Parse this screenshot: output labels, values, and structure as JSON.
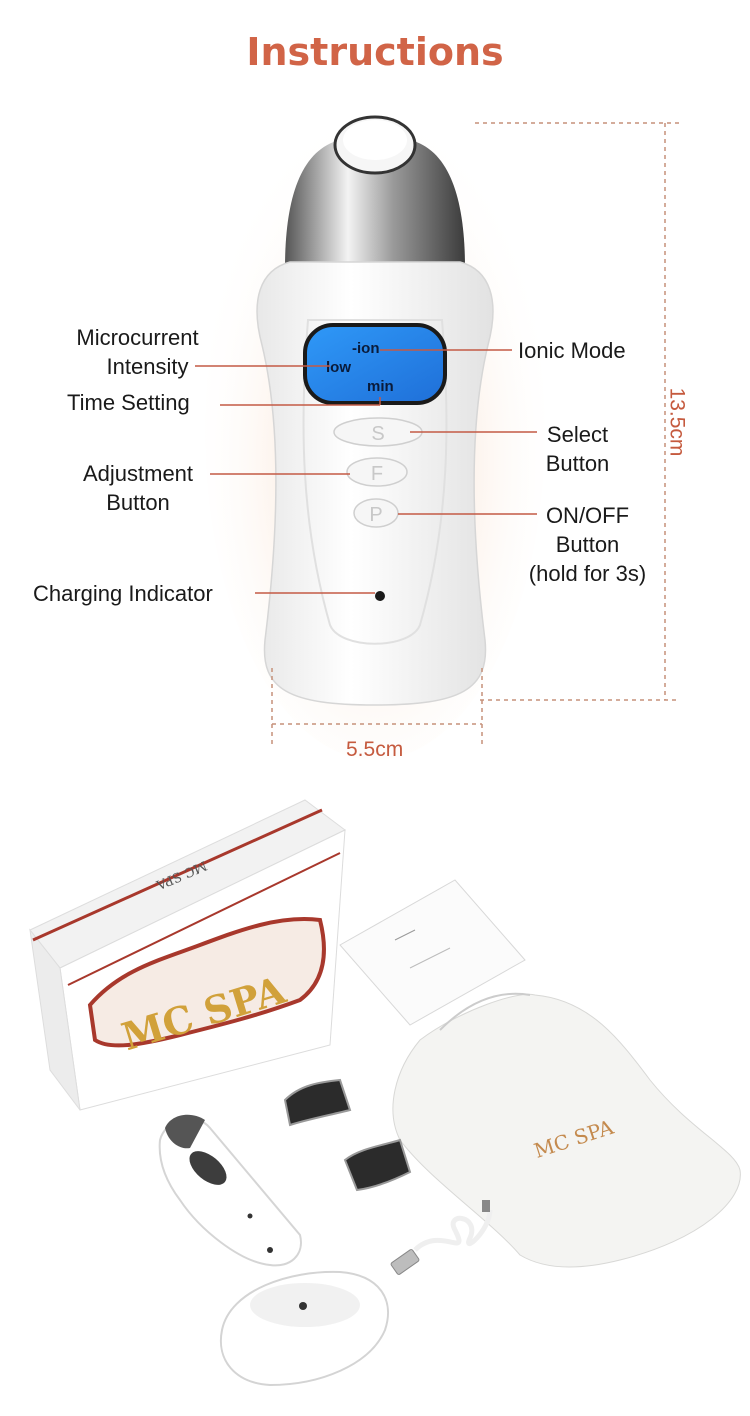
{
  "title": "Instructions",
  "labels": {
    "microcurrent_intensity_line1": "Microcurrent",
    "microcurrent_intensity_line2": "Intensity",
    "time_setting": "Time Setting",
    "adjustment_button_line1": "Adjustment",
    "adjustment_button_line2": "Button",
    "charging_indicator": "Charging Indicator",
    "ionic_mode": "Ionic Mode",
    "select_button_line1": "Select",
    "select_button_line2": "Button",
    "onoff_line1": "ON/OFF",
    "onoff_line2": "Button",
    "onoff_line3": "(hold for 3s)"
  },
  "display": {
    "ion": "-ion",
    "low": "low",
    "min": "min"
  },
  "buttons": {
    "s": "S",
    "f": "F",
    "p": "P"
  },
  "dimensions": {
    "height": "13.5cm",
    "width": "5.5cm"
  },
  "package": {
    "brand": "MC SPA",
    "box_side": "MC SPA",
    "pouch": "MC SPA"
  },
  "colors": {
    "accent": "#d16447",
    "screen": "#2a8ff0",
    "gold": "#d1a13a",
    "box_red": "#a8382c"
  }
}
